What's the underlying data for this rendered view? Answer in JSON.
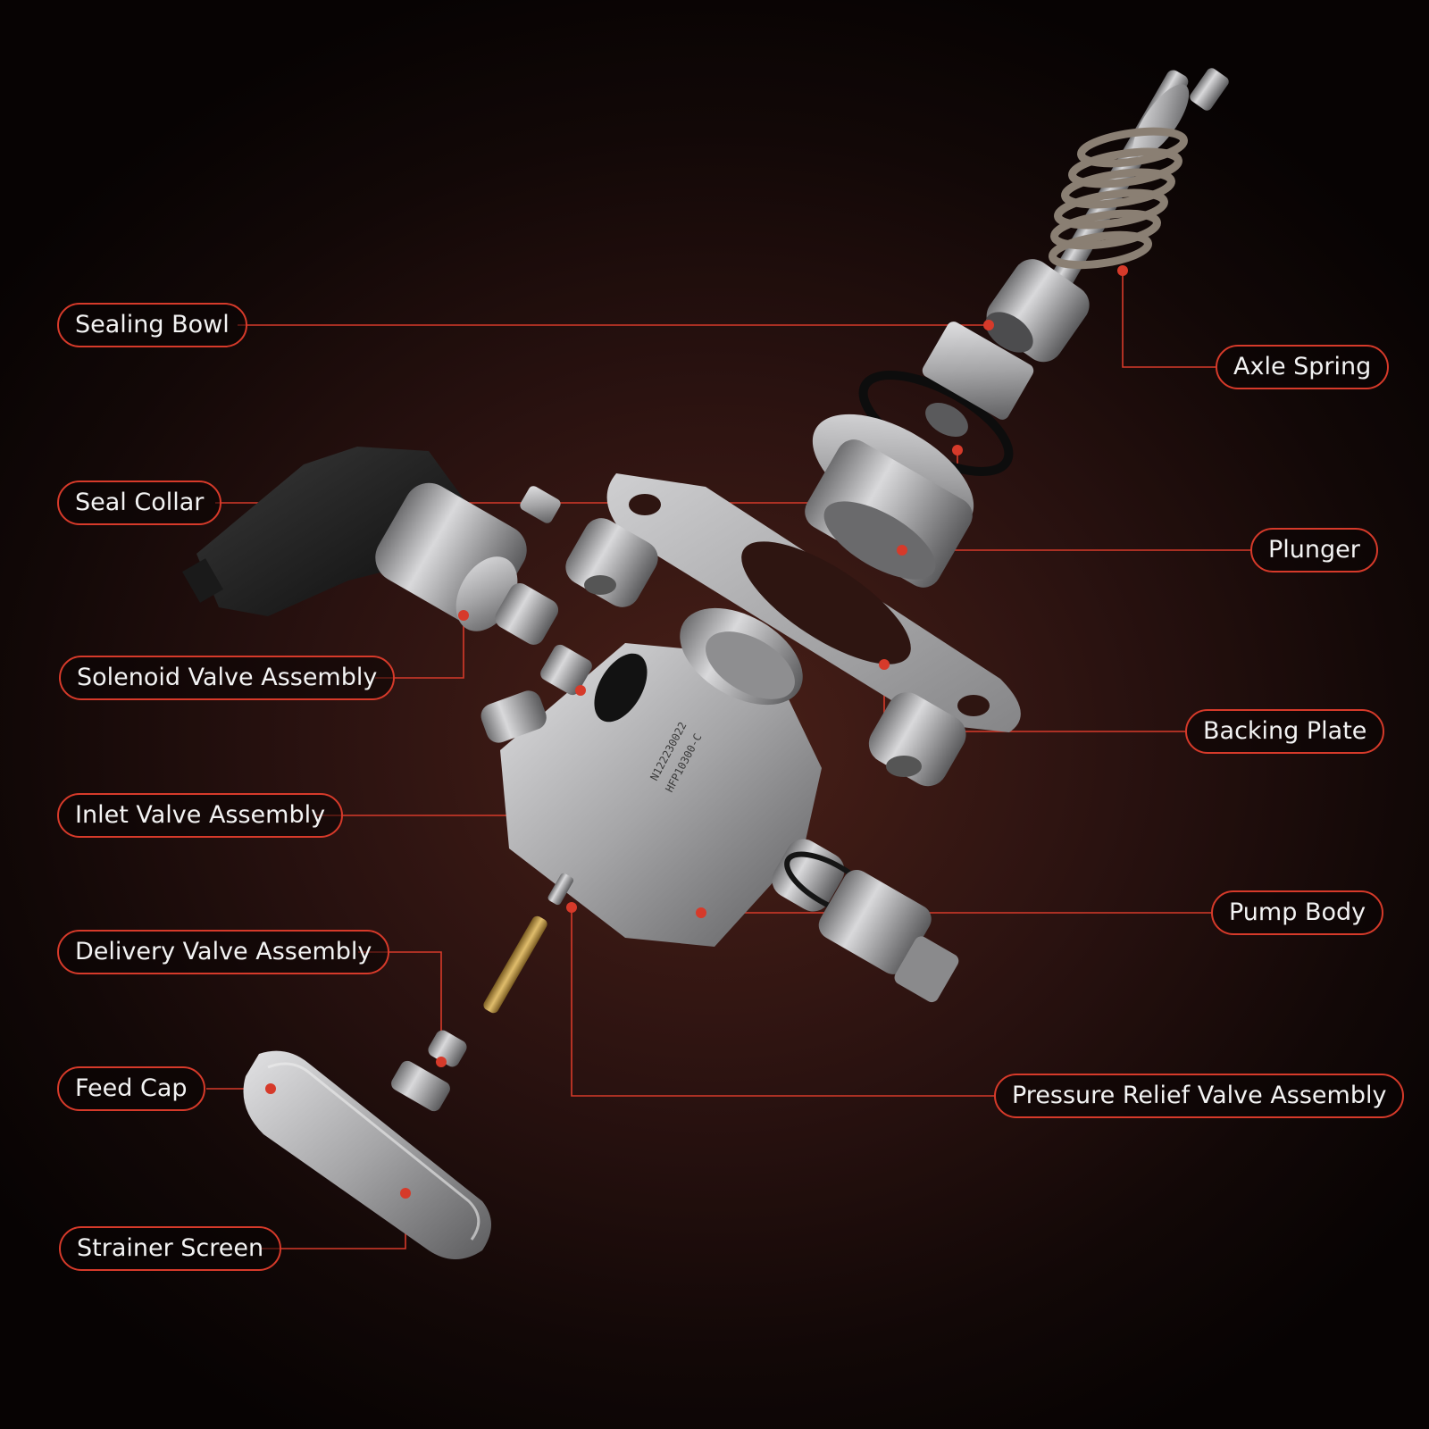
{
  "colors": {
    "accent": "#d63a2a",
    "label_text": "#f3f3f3",
    "metal": "#b9b9bb",
    "connector": "#161616",
    "spring": "#8a7f73",
    "brass": "#b8944a"
  },
  "callouts": {
    "sealing_bowl": "Sealing Bowl",
    "seal_collar": "Seal Collar",
    "solenoid_valve": "Solenoid Valve Assembly",
    "inlet_valve": "Inlet Valve Assembly",
    "delivery_valve": "Delivery Valve Assembly",
    "feed_cap": "Feed Cap",
    "strainer_screen": "Strainer Screen",
    "axle_spring": "Axle Spring",
    "plunger": "Plunger",
    "backing_plate": "Backing Plate",
    "pump_body": "Pump Body",
    "pressure_relief_valve": "Pressure Relief Valve Assembly"
  },
  "pump_markings": {
    "line1": "N122230022",
    "line2": "HFP10300-C"
  }
}
